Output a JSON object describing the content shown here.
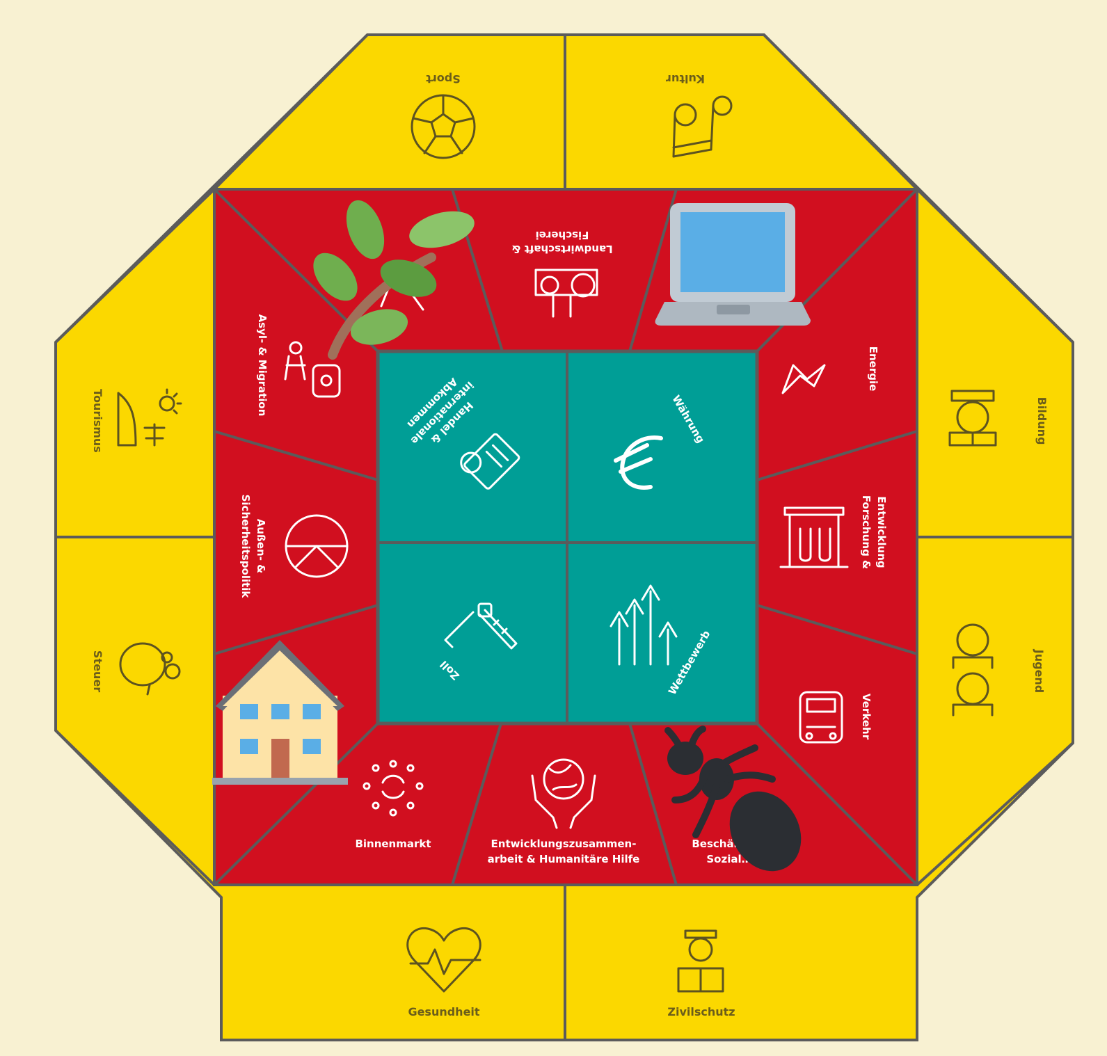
{
  "colors": {
    "background": "#f8f1d2",
    "outer_ring": "#fbd800",
    "middle_ring": "#d10f1f",
    "center": "#009e96",
    "separator": "#5b5b5b"
  },
  "outer_ring": {
    "sport": "Sport",
    "kultur": "Kultur",
    "bildung": "Bildung",
    "jugend": "Jugend",
    "zivilschutz": "Zivilschutz",
    "gesundheit": "Gesundheit",
    "steuer": "Steuer",
    "tourismus": "Tourismus"
  },
  "middle_ring": {
    "landwirtschaft_line1": "Landwirtschaft &",
    "landwirtschaft_line2": "Fischerei",
    "energie": "Energie",
    "forschung_line1": "Forschung &",
    "forschung_line2": "Entwicklung",
    "verkehr": "Verkehr",
    "beschaeftigung_line1": "Beschä…",
    "beschaeftigung_line2": "Sozial…",
    "entwicklung_line1": "Entwicklungszusammen-",
    "entwicklung_line2": "arbeit & Humanitäre Hilfe",
    "binnenmarkt": "Binnenmarkt",
    "aussen_line1": "Außen- &",
    "aussen_line2": "Sicherheitspolitik",
    "asyl": "Asyl- & Migration"
  },
  "center": {
    "handel_line1": "Handel &",
    "handel_line2": "internationale",
    "handel_line3": "Abkommen",
    "waehrung": "Währung",
    "zoll": "Zoll",
    "wettbewerb": "Wettbewerb"
  },
  "stickers": [
    "plant-branch",
    "laptop",
    "house",
    "ant"
  ]
}
